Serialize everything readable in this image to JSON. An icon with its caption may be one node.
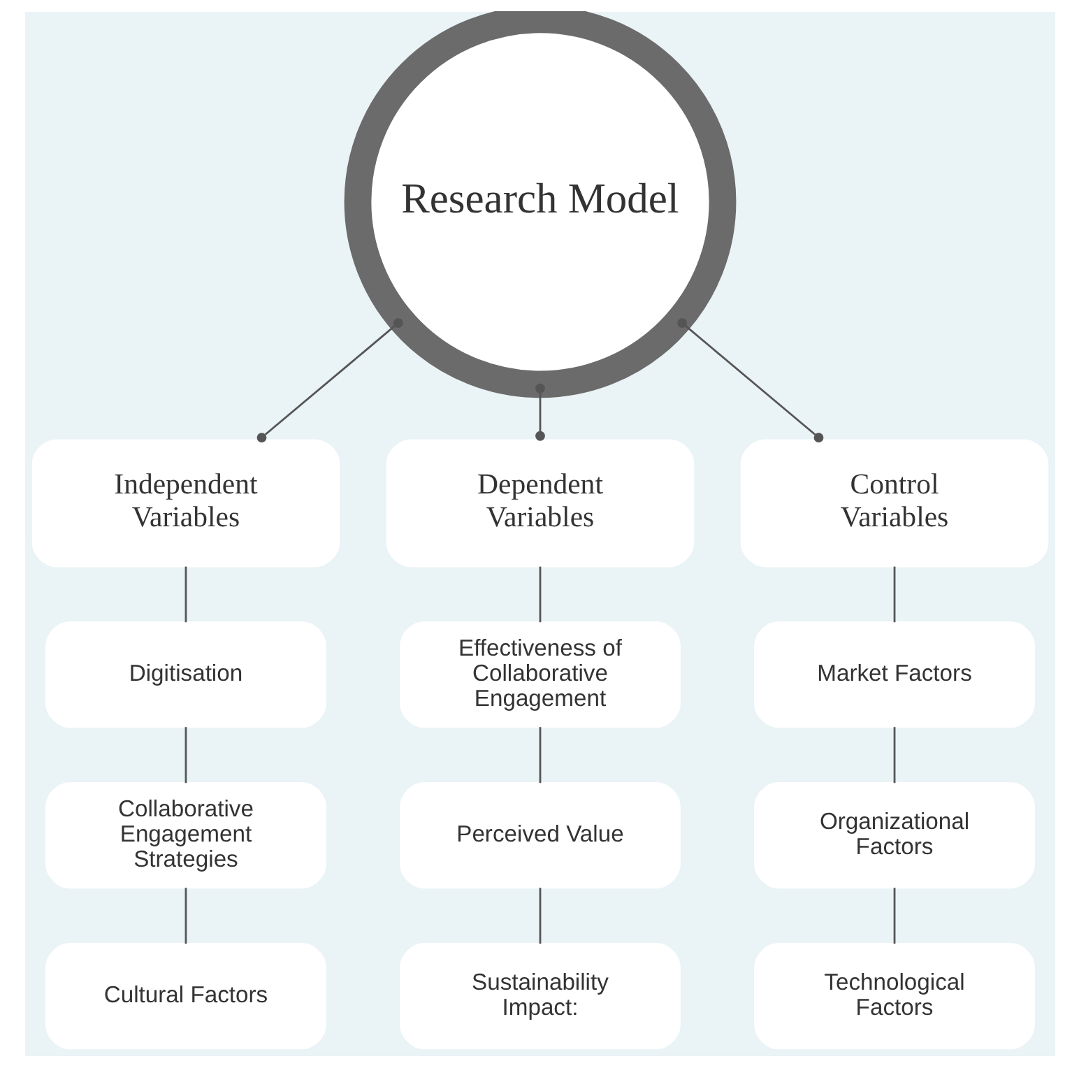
{
  "diagram": {
    "nodes": [
      {
        "text": [
          "Research Model"
        ]
      },
      {
        "text": [
          "Independent Variables"
        ]
      },
      {
        "text": [
          "Dependent Variables"
        ]
      },
      {
        "text": [
          "Control Variables"
        ]
      },
      {
        "text": [
          "Digitisation"
        ]
      },
      {
        "text": [
          "Effectiveness of Collaborative Engagement"
        ]
      },
      {
        "text": [
          "Market Factors"
        ]
      },
      {
        "text": [
          "Collaborative Engagement Strategies"
        ]
      },
      {
        "text": [
          "Perceived Value"
        ]
      },
      {
        "text": [
          "Organizational Factors"
        ]
      },
      {
        "text": [
          "Cultural Factors"
        ]
      },
      {
        "text": [
          "Sustainability Impact:"
        ]
      },
      {
        "text": [
          "Technological Factors"
        ]
      }
    ],
    "edges": [
      {
        "from": 0,
        "to": 1,
        "arrow": "other"
      },
      {
        "from": 0,
        "to": 2,
        "arrow": "other"
      },
      {
        "from": 0,
        "to": 3,
        "arrow": "other"
      },
      {
        "from": 1,
        "to": 4,
        "arrow": "none"
      },
      {
        "from": 4,
        "to": 7,
        "arrow": "none"
      },
      {
        "from": 7,
        "to": 10,
        "arrow": "none"
      },
      {
        "from": 2,
        "to": 5,
        "arrow": "none"
      },
      {
        "from": 5,
        "to": 8,
        "arrow": "none"
      },
      {
        "from": 8,
        "to": 11,
        "arrow": "none"
      },
      {
        "from": 3,
        "to": 6,
        "arrow": "none"
      },
      {
        "from": 6,
        "to": 9,
        "arrow": "none"
      },
      {
        "from": 9,
        "to": 12,
        "arrow": "none"
      }
    ]
  }
}
